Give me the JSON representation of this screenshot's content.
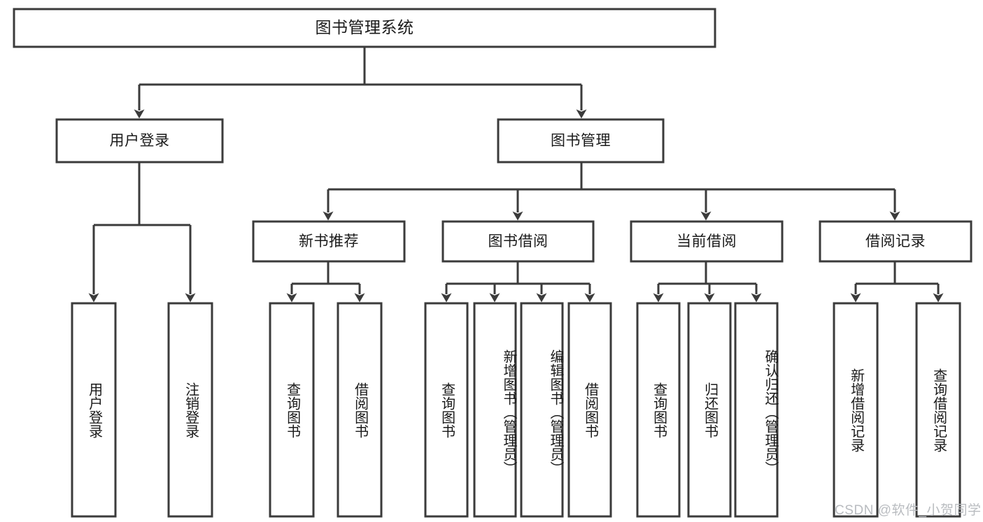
{
  "diagram": {
    "type": "tree-hierarchy",
    "title": "图书管理系统",
    "orientation": "top-down",
    "colors": {
      "box_stroke": "#3b3b3b",
      "box_fill": "#ffffff",
      "text": "#1a1a1a",
      "watermark": "#b9bcc0",
      "background": "#ffffff"
    },
    "root": {
      "label": "图书管理系统"
    },
    "level2": [
      {
        "label": "用户登录"
      },
      {
        "label": "图书管理"
      }
    ],
    "level3": [
      {
        "label": "新书推荐"
      },
      {
        "label": "图书借阅"
      },
      {
        "label": "当前借阅"
      },
      {
        "label": "借阅记录"
      }
    ],
    "leaves": {
      "user_login": [
        {
          "label": "用户登录"
        },
        {
          "label": "注销登录"
        }
      ],
      "new_book": [
        {
          "label": "查询图书"
        },
        {
          "label": "借阅图书"
        }
      ],
      "book_borrow": [
        {
          "label": "查询图书"
        },
        {
          "label": "新增图书（管理员）"
        },
        {
          "label": "编辑图书（管理员）"
        },
        {
          "label": "借阅图书"
        }
      ],
      "current_borrow": [
        {
          "label": "查询图书"
        },
        {
          "label": "归还图书"
        },
        {
          "label": "确认归还（管理员）"
        }
      ],
      "borrow_record": [
        {
          "label": "新增借阅记录"
        },
        {
          "label": "查询借阅记录"
        }
      ]
    },
    "watermark": "CSDN @软件_小贺同学"
  }
}
